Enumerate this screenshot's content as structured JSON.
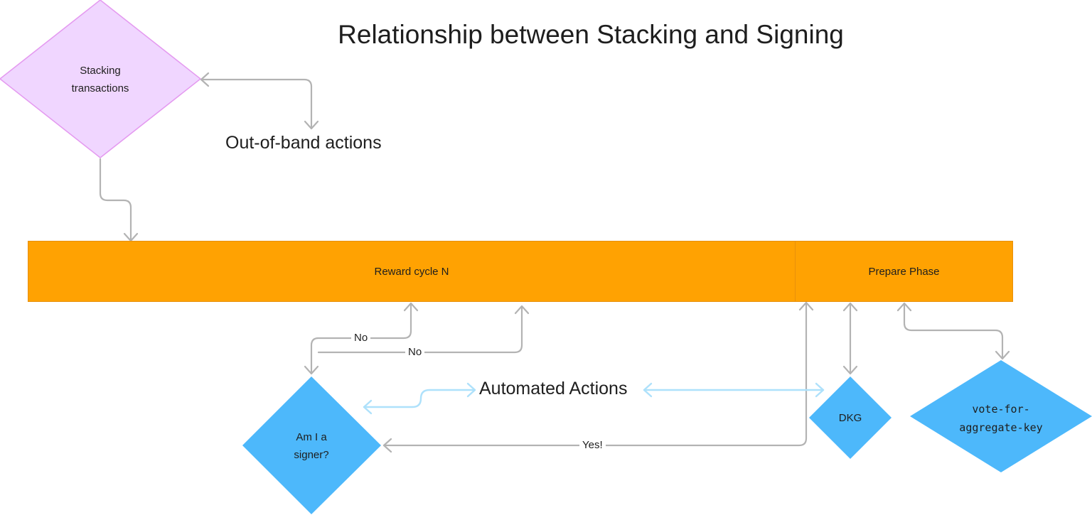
{
  "title": "Relationship between Stacking and Signing",
  "groups": {
    "out_of_band": "Out-of-band actions",
    "automated": "Automated Actions"
  },
  "nodes": {
    "stacking": {
      "line1": "Stacking",
      "line2": "transactions"
    },
    "reward_cycle": "Reward cycle N",
    "prepare_phase": "Prepare Phase",
    "signer": {
      "line1": "Am I a",
      "line2": "signer?"
    },
    "dkg": "DKG",
    "vote": {
      "line1": "vote-for-",
      "line2": "aggregate-key"
    }
  },
  "edges": {
    "no_1": "No",
    "no_2": "No",
    "yes": "Yes!"
  },
  "colors": {
    "stacking_fill": "#f0d6ff",
    "stacking_stroke": "#e49af0",
    "bar_fill": "#ffa202",
    "blue_fill": "#4db8fb",
    "gray_connector": "#b3b3b3",
    "blue_connector": "#aee1fb"
  }
}
